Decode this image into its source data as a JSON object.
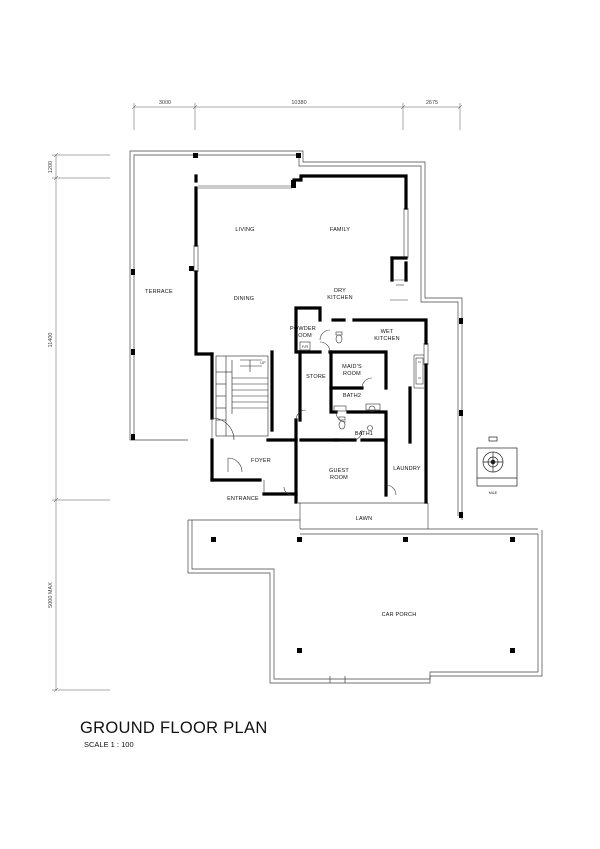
{
  "title": "GROUND FLOOR PLAN",
  "scale": "SCALE 1 : 100",
  "dimensions": {
    "top": [
      "3000",
      "10380",
      "2675"
    ],
    "left_upper": "1200",
    "left_middle": "11400",
    "left_lower": "5000 MAX"
  },
  "rooms": {
    "living": "LIVING",
    "family": "FAMILY",
    "terrace": "TERRACE",
    "dining": "DINING",
    "dry_kitchen_1": "DRY",
    "dry_kitchen_2": "KITCHEN",
    "powder_room_1": "POWDER",
    "powder_room_2": "ROOM",
    "wet_kitchen_1": "WET",
    "wet_kitchen_2": "KITCHEN",
    "store": "STORE",
    "maids_room_1": "MAID'S",
    "maids_room_2": "ROOM",
    "bath2": "BATH2",
    "bath1": "BATH1",
    "foyer": "FOYER",
    "guest_room_1": "GUEST",
    "guest_room_2": "ROOM",
    "laundry": "LAUNDRY",
    "entrance": "ENTRANCE",
    "lawn": "LAWN",
    "car_porch": "CAR PORCH"
  },
  "tags": {
    "stair": "UP",
    "fridge": "F/R",
    "m_and_e": "M&E"
  }
}
